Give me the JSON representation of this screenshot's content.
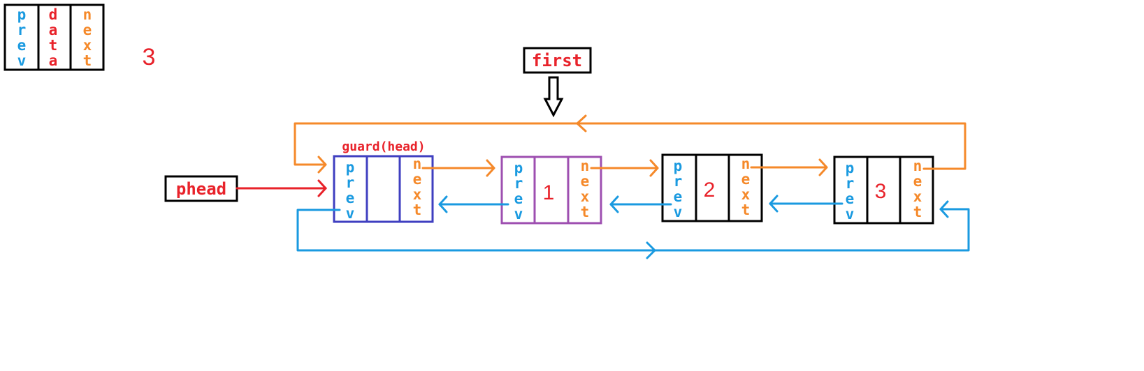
{
  "colors": {
    "prev": "#1a9ae0",
    "data": "#e8222a",
    "next": "#f5892a",
    "guard_border": "#3f3fc0",
    "node1_border": "#9e4fb0",
    "node_border": "#000000",
    "first_arrow": "#000000"
  },
  "legend": {
    "prev": "prev",
    "data": "data",
    "next": "next",
    "count": "3"
  },
  "first_label": "first",
  "phead_label": "phead",
  "guard_label": "guard(head)",
  "nodes": [
    {
      "prev": "prev",
      "data": "",
      "next": "next"
    },
    {
      "prev": "prev",
      "data": "1",
      "next": "next"
    },
    {
      "prev": "prev",
      "data": "2",
      "next": "next"
    },
    {
      "prev": "prev",
      "data": "3",
      "next": "next"
    }
  ]
}
